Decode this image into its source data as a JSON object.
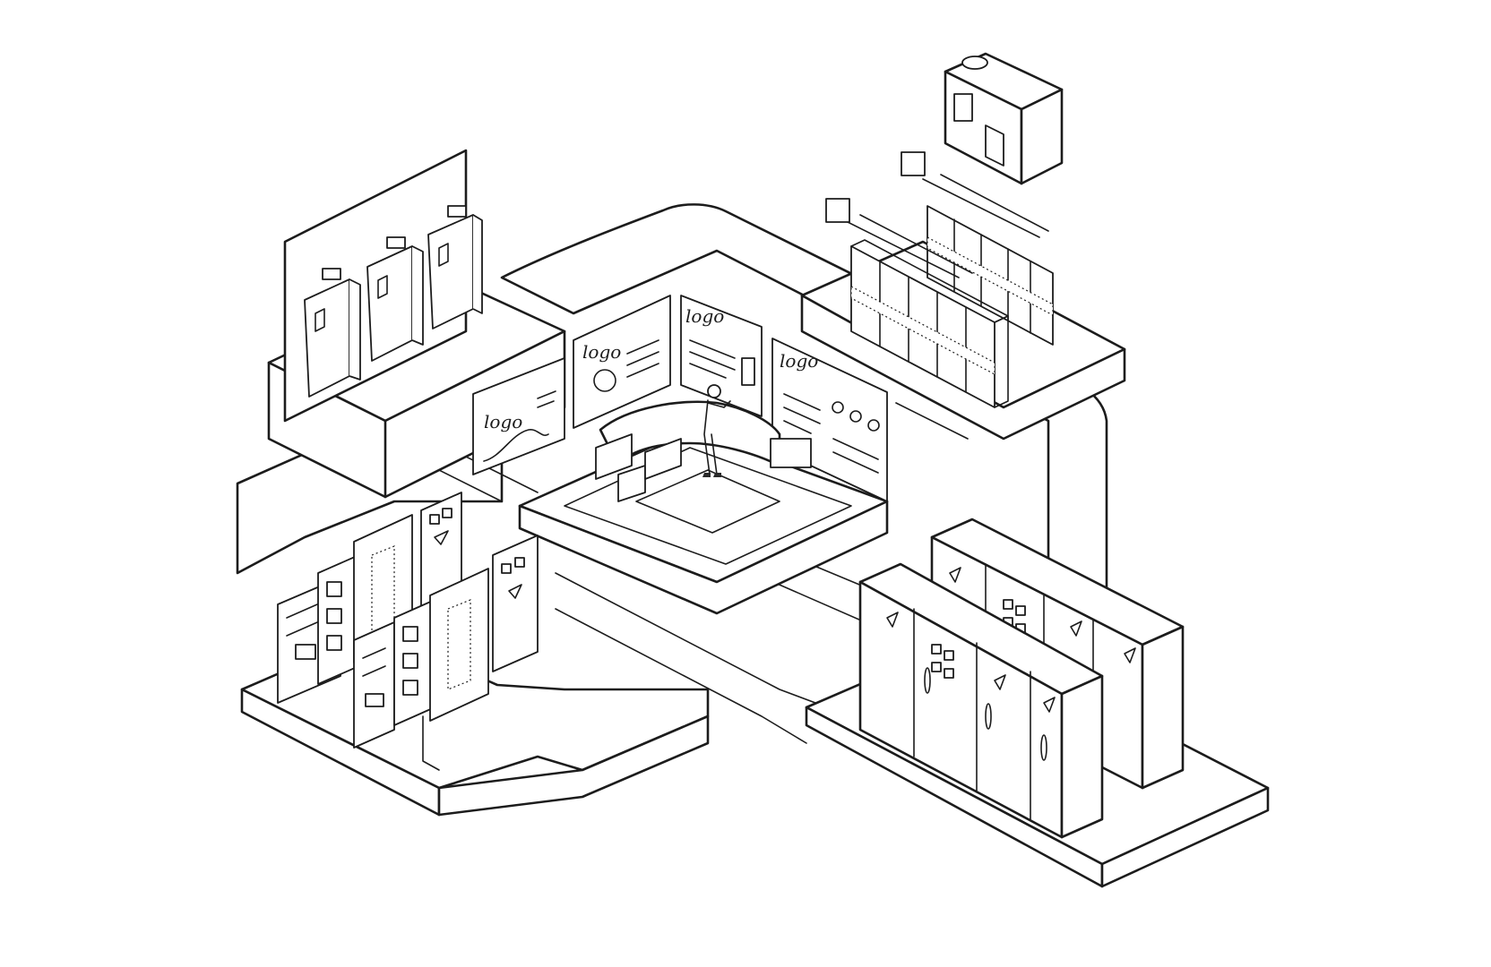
{
  "screens": {
    "logo_1": "logo",
    "logo_2": "logo",
    "logo_3": "logo",
    "logo_4": "logo"
  },
  "colors": {
    "ink": "#1c1c1c",
    "background": "#ffffff"
  }
}
